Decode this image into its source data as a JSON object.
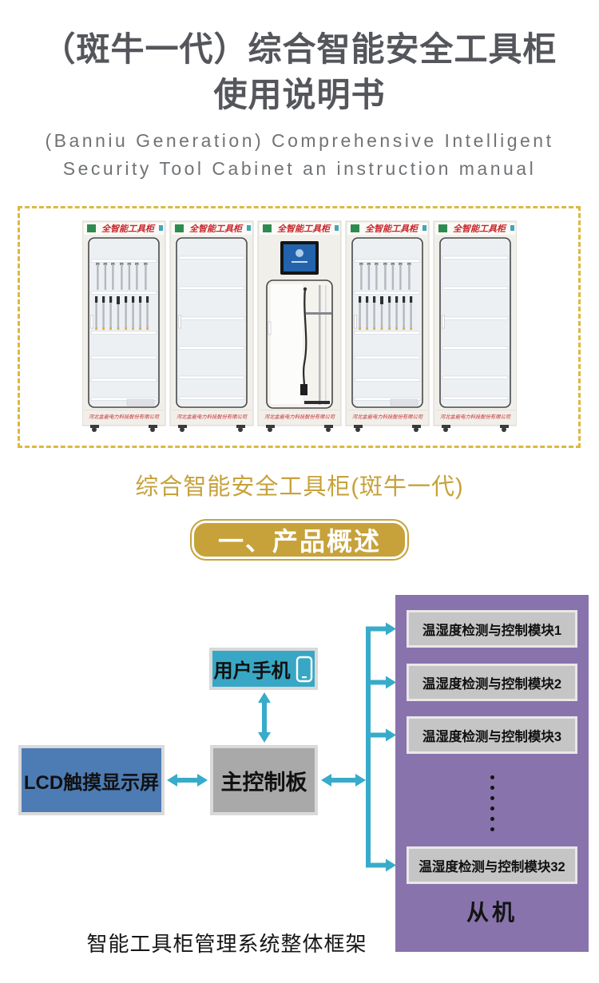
{
  "header": {
    "title_line1": "（斑牛一代）综合智能安全工具柜",
    "title_line2": "使用说明书",
    "subtitle_line1": "(Banniu Generation) Comprehensive Intelligent",
    "subtitle_line2": "Security Tool Cabinet an instruction manual"
  },
  "figure": {
    "cabinet_header_label": "全智能工具柜",
    "cabinet_footer_label": "河北金能电力科技股份有限公司",
    "caption": "综合智能安全工具柜(斑牛一代)"
  },
  "section": {
    "label": "一、产品概述"
  },
  "diagram": {
    "user_phone_label": "用户手机",
    "lcd_label": "LCD触摸显示屏",
    "main_board_label": "主控制板",
    "slave_label": "从机",
    "modules": [
      {
        "label": "温湿度检测与控制模块1"
      },
      {
        "label": "温湿度检测与控制模块2"
      },
      {
        "label": "温湿度检测与控制模块3"
      },
      {
        "label": "温湿度检测与控制模块32"
      }
    ],
    "caption": "智能工具柜管理系统整体框架"
  },
  "colors": {
    "gold": "#c7a23b",
    "dash_gold": "#dcb942",
    "red": "#c6262c",
    "green": "#2e8b4f",
    "teal": "#38a7c5",
    "blue": "#4d7bb4",
    "gray_box": "#a9a9a9",
    "purple": "#8973ac",
    "module_gray": "#c5c5c5",
    "arrow": "#38abca",
    "title_gray": "#54565b",
    "subtitle_gray": "#707376"
  }
}
